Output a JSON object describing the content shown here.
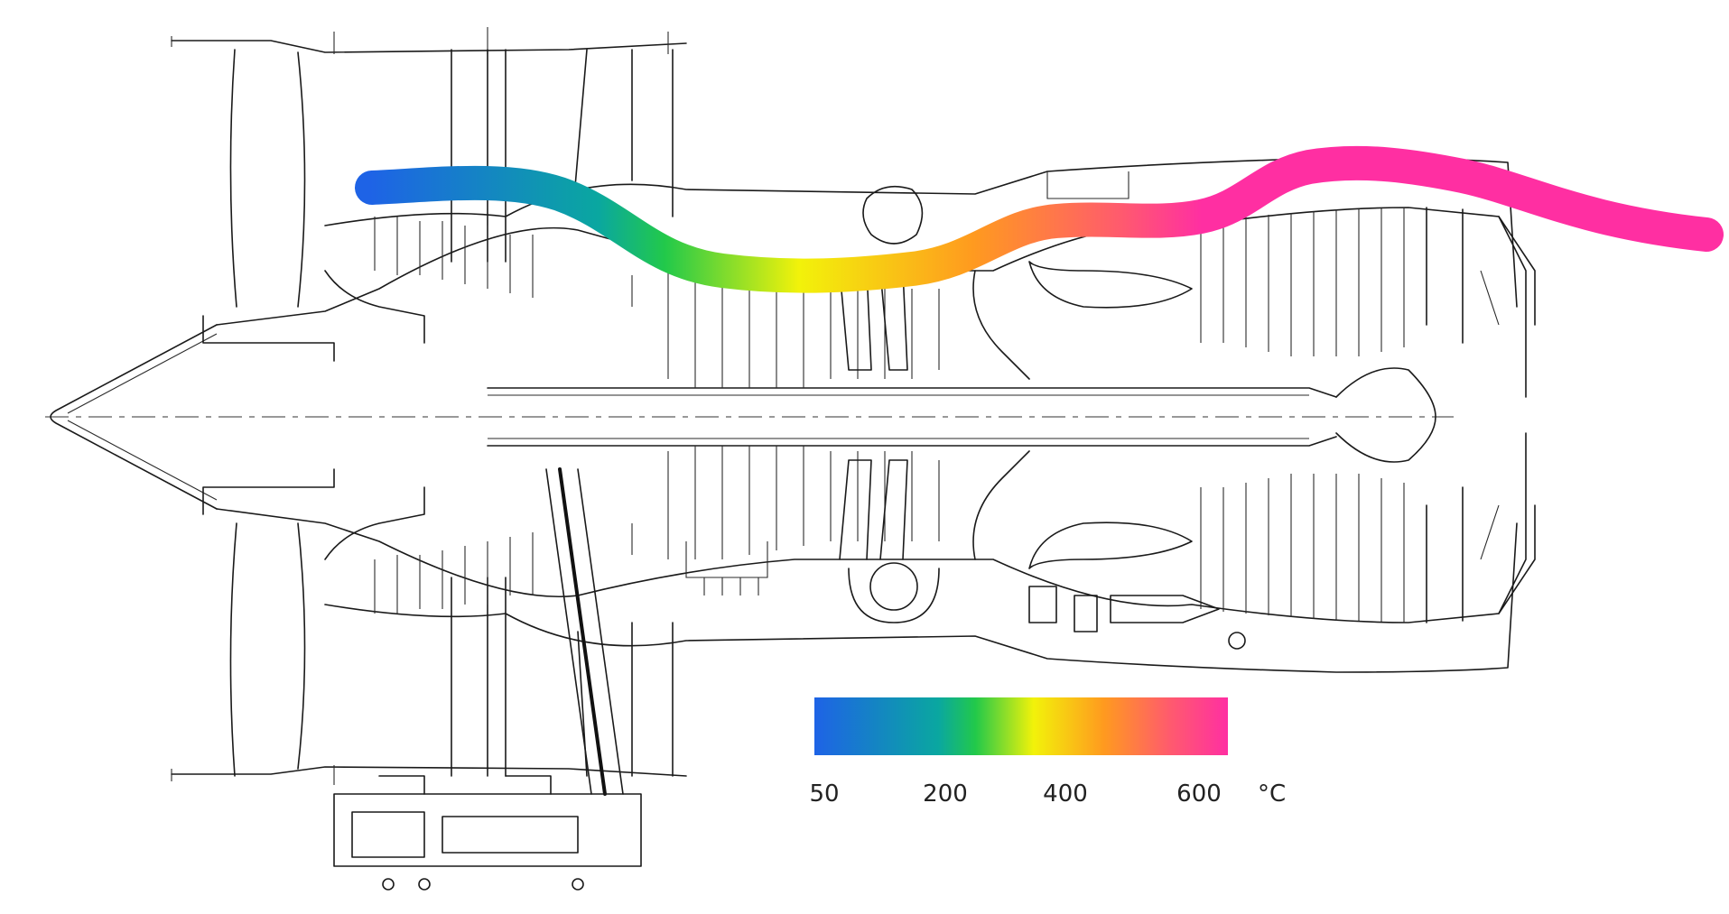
{
  "colorbar": {
    "stops": [
      "#1e63e6",
      "#0aa7a0",
      "#22c94a",
      "#f2f20a",
      "#ff9a1f",
      "#ff5a6e",
      "#ff2fa2"
    ],
    "ticks": [
      {
        "label": "50",
        "value": 50
      },
      {
        "label": "200",
        "value": 200
      },
      {
        "label": "400",
        "value": 400
      },
      {
        "label": "600",
        "value": 600
      }
    ],
    "unit": "°C"
  }
}
